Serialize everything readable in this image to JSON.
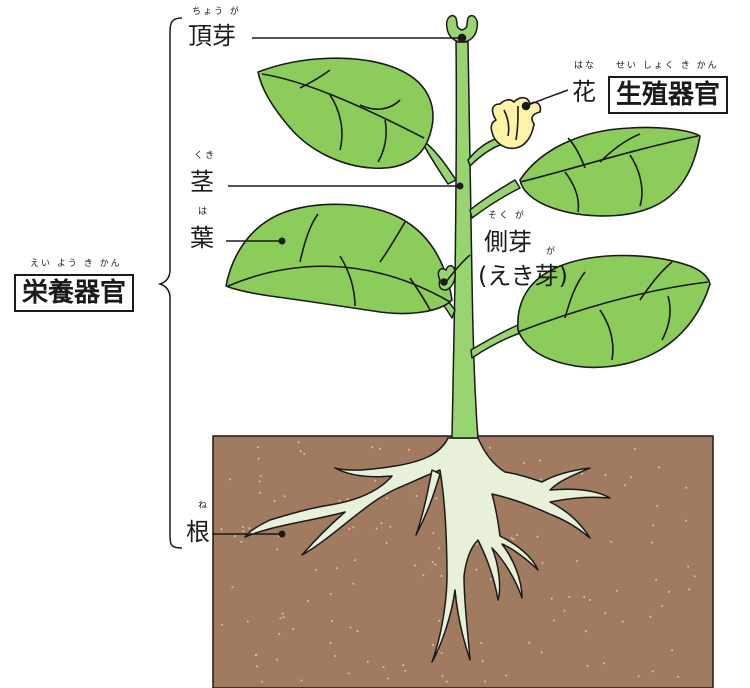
{
  "labels": {
    "apical_bud": {
      "text": "頂芽",
      "ruby": "ちょう が"
    },
    "stem": {
      "text": "茎",
      "ruby": "くき"
    },
    "leaf": {
      "text": "葉",
      "ruby": "は"
    },
    "root": {
      "text": "根",
      "ruby": "ね"
    },
    "flower": {
      "text": "花",
      "ruby": "はな"
    },
    "lateral_bud": {
      "text": "側芽",
      "ruby": "そく が"
    },
    "axillary_bud": {
      "text": "(えき芽)",
      "ruby": "が"
    }
  },
  "groups": {
    "vegetative": {
      "text": "栄養器官",
      "ruby": "えい よう き かん"
    },
    "reproductive": {
      "text": "生殖器官",
      "ruby": "せい しょく き かん"
    }
  },
  "colors": {
    "leaf": "#8ccc5a",
    "stem": "#98d470",
    "root": "#e7f1da",
    "soil": "#a07b5f",
    "flower": "#fff3a6",
    "outline": "#1a1a1a"
  }
}
